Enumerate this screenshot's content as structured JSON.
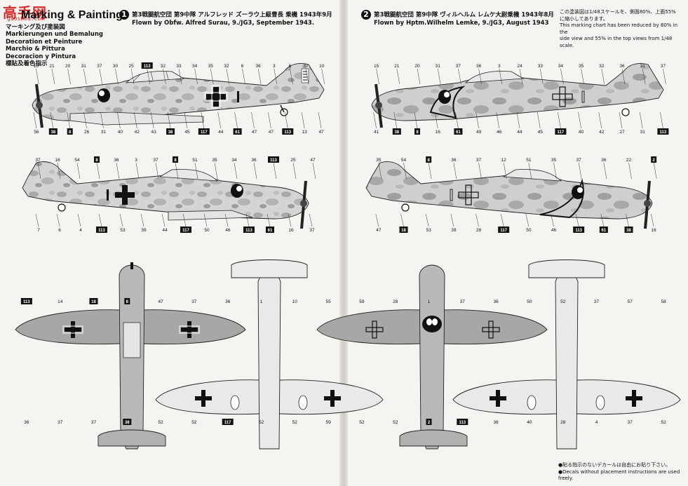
{
  "watermark": {
    "title": "高手网",
    "url": "gaoshou.com"
  },
  "page_title": "Marking & Painting",
  "languages": [
    "マーキング及び塗装図",
    "Markierungen und Bemalung",
    "Decoration et Peinture",
    "Marchio & Pittura",
    "Decoracion y Pintura",
    "標貼及着色指示"
  ],
  "schemes": [
    {
      "number": "1",
      "jp": "第3戦闘航空団 第9中隊 アルフレッド ズーラウ上級曹長 乗機 1943年9月",
      "en": "Flown by Obfw. Alfred Surau, 9./JG3, September 1943."
    },
    {
      "number": "2",
      "jp": "第3戦闘航空団 第9中隊 ヴィルヘルム レムケ大尉乗機 1943年8月",
      "en": "Flown by Hptm.Wilhelm Lemke, 9./JG3, August 1943"
    }
  ],
  "scale_note": [
    "この塗装図は1/48スケールを、側面80%、上面55%",
    "に縮小してあります。",
    "This marking chart has been reduced by 80% in the",
    "side view and 55% in the top views from 1/48 scale."
  ],
  "placement_note": [
    "●貼る指示のないデカールは自由にお貼り下さい。",
    "●Decals without placement instructions are used freely."
  ],
  "callouts": {
    "s1_side_top": [
      "15",
      "21",
      "20",
      "31",
      "37",
      "30",
      "25",
      "113",
      "32",
      "33",
      "34",
      "35",
      "32",
      "6",
      "36",
      "3",
      "6",
      "37",
      "10",
      "56",
      "38",
      "8",
      "26",
      "31",
      "40",
      "42",
      "43",
      "38",
      "45",
      "117",
      "44",
      "61",
      "47",
      "47",
      "113",
      "13",
      "47"
    ],
    "s1_side_bottom": [
      "37",
      "16",
      "54",
      "8",
      "36",
      "3",
      "37",
      "8",
      "51",
      "35",
      "34",
      "36",
      "113",
      "25",
      "47",
      "7",
      "6",
      "4",
      "113",
      "53",
      "39",
      "44",
      "117",
      "50",
      "46",
      "113",
      "61",
      "16",
      "37"
    ],
    "s2_side_top": [
      "15",
      "21",
      "20",
      "31",
      "37",
      "36",
      "3",
      "24",
      "33",
      "34",
      "35",
      "32",
      "36",
      "31",
      "37",
      "41",
      "38",
      "8",
      "16",
      "61",
      "49",
      "46",
      "44",
      "45",
      "117",
      "40",
      "42",
      "27",
      "31",
      "113"
    ],
    "s2_side_bottom": [
      "35",
      "54",
      "8",
      "36",
      "37",
      "12",
      "51",
      "35",
      "37",
      "36",
      "22",
      "2",
      "47",
      "18",
      "53",
      "39",
      "28",
      "117",
      "50",
      "46",
      "113",
      "61",
      "38",
      "16"
    ],
    "top_views": [
      "113",
      "14",
      "18",
      "8",
      "47",
      "37",
      "36",
      "1",
      "10",
      "55",
      "59",
      "28",
      "1",
      "37",
      "36",
      "50",
      "52",
      "37",
      "57",
      "58",
      "36",
      "37",
      "37",
      "38",
      "52",
      "52",
      "117",
      "52",
      "52",
      "59",
      "52",
      "52",
      "2",
      "113",
      "36",
      "40",
      "28",
      "4",
      "37",
      "52"
    ]
  }
}
